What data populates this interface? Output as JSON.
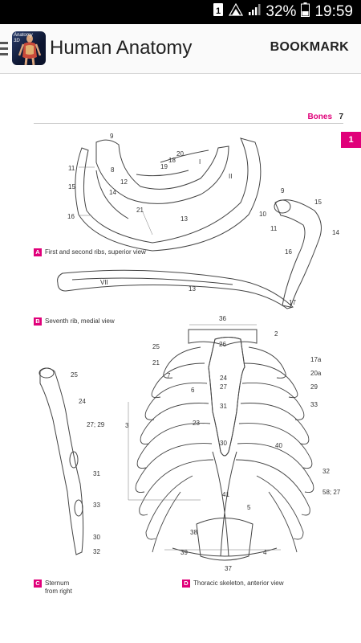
{
  "status_bar": {
    "sim_badge": "1",
    "battery": "32%",
    "time": "19:59"
  },
  "app_bar": {
    "title": "Human Anatomy",
    "bookmark_label": "BOOKMARK",
    "logo_text_line1": "Anatomy",
    "logo_text_line2": "3D"
  },
  "page": {
    "section": "Bones",
    "page_number": "7",
    "chapter_tab": "1"
  },
  "figures": {
    "A": {
      "letter": "A",
      "caption": "First and second ribs, superior view"
    },
    "B": {
      "letter": "B",
      "caption": "Seventh rib, medial view"
    },
    "C": {
      "letter": "C",
      "caption_line1": "Sternum",
      "caption_line2": "from right"
    },
    "D": {
      "letter": "D",
      "caption": "Thoracic skeleton, anterior view"
    }
  },
  "labels": {
    "A": [
      "9",
      "8",
      "11",
      "12",
      "14",
      "15",
      "16",
      "18",
      "19",
      "20",
      "I",
      "II",
      "21",
      "13"
    ],
    "A2": [
      "9",
      "10",
      "15",
      "11",
      "14",
      "16"
    ],
    "B": [
      "VII",
      "13",
      "17"
    ],
    "C": [
      "25",
      "24",
      "27; 29",
      "31",
      "33",
      "30",
      "32"
    ],
    "D": [
      "36",
      "25",
      "2",
      "26",
      "21",
      "17a",
      "24",
      "20a",
      "7",
      "27",
      "6",
      "29",
      "31",
      "33",
      "23",
      "3",
      "30",
      "40",
      "32",
      "41",
      "58; 27",
      "5",
      "38",
      "39",
      "4",
      "37"
    ]
  },
  "colors": {
    "accent": "#e0007a",
    "status_bar": "#000000",
    "app_bar": "#fafafa"
  }
}
